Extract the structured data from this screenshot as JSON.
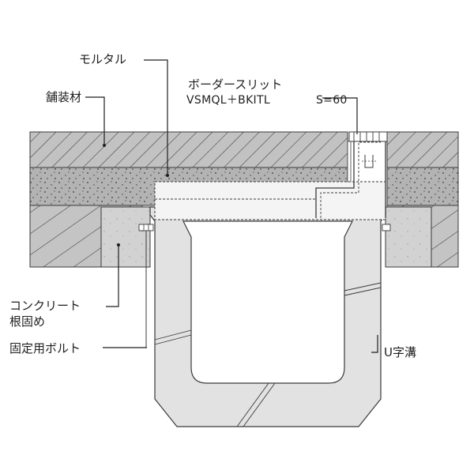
{
  "labels": {
    "mortar": "モルタル",
    "paving": "舗装材",
    "border_slit": "ボーダースリット",
    "model": "VSMQL＋BKITL",
    "size": "S=60",
    "concrete_line1": "コンクリート",
    "concrete_line2": "根固め",
    "bolt": "固定用ボルト",
    "u_channel": "U字溝"
  },
  "colors": {
    "paving": "#c2c2c2",
    "mortar_layer": "#b3b3b3",
    "base": "#c4c4c4",
    "concrete": "#d8d8d8",
    "channel": "#e2e2e2",
    "line": "#3a3a3a",
    "bg": "#ffffff"
  }
}
